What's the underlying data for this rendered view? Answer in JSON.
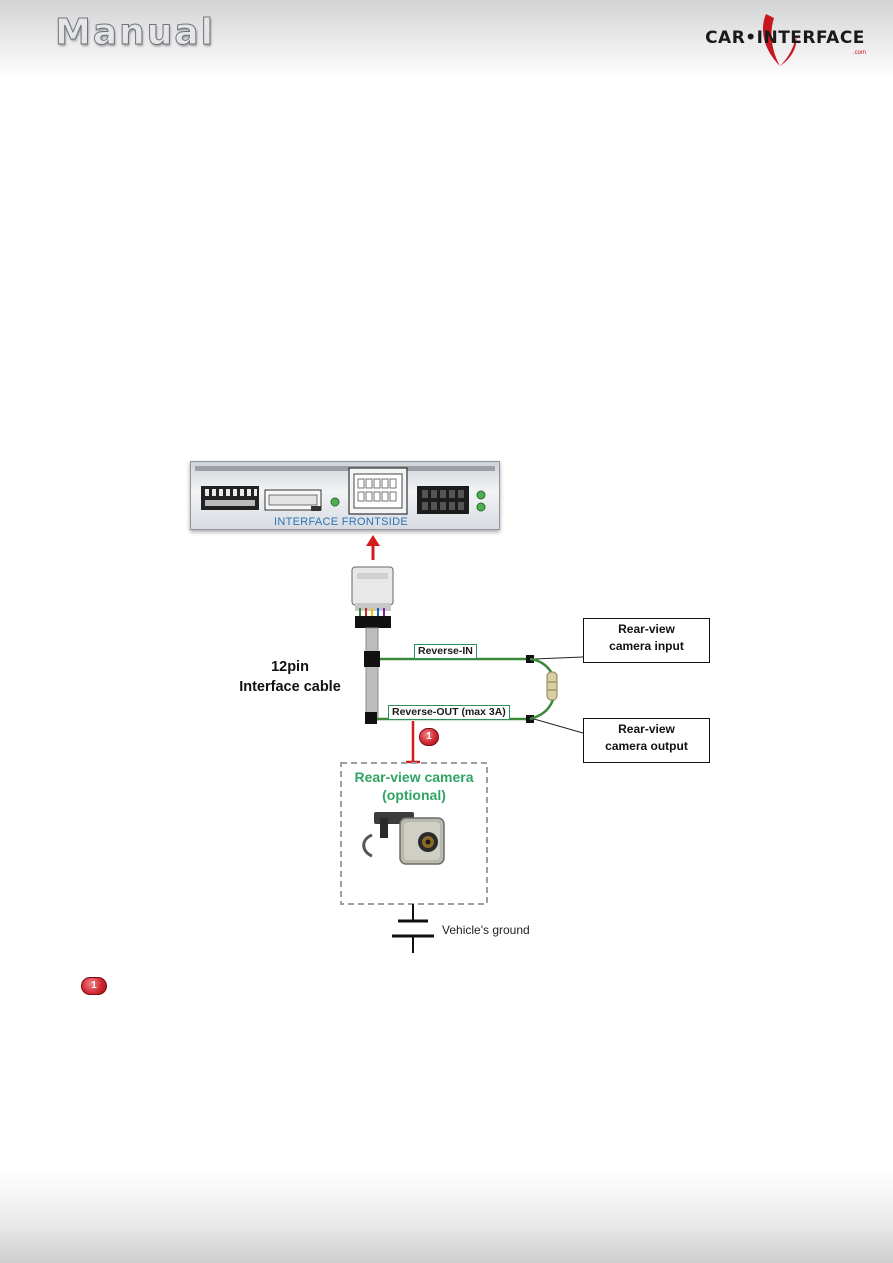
{
  "header": {
    "title": "Manual",
    "logo_text": "CAR•INTERFACE",
    "logo_sub": ".com"
  },
  "diagram": {
    "device_label": "INTERFACE  FRONTSIDE",
    "cable_label_line1": "12pin",
    "cable_label_line2": "Interface cable",
    "reverse_in": "Reverse-IN",
    "reverse_out": "Reverse-OUT (max 3A)",
    "rear_input_line1": "Rear-view",
    "rear_input_line2": "camera input",
    "rear_output_line1": "Rear-view",
    "rear_output_line2": "camera output",
    "camera_line1": "Rear-view camera",
    "camera_line2": "(optional)",
    "ground_label": "Vehicle's ground",
    "marker_number": "1"
  },
  "note": {
    "marker_number": "1"
  },
  "colors": {
    "wire_green": "#3a8a3a",
    "arrow_red": "#d41c1c",
    "label_green": "#2fa464",
    "device_blue": "#2a73b8"
  }
}
